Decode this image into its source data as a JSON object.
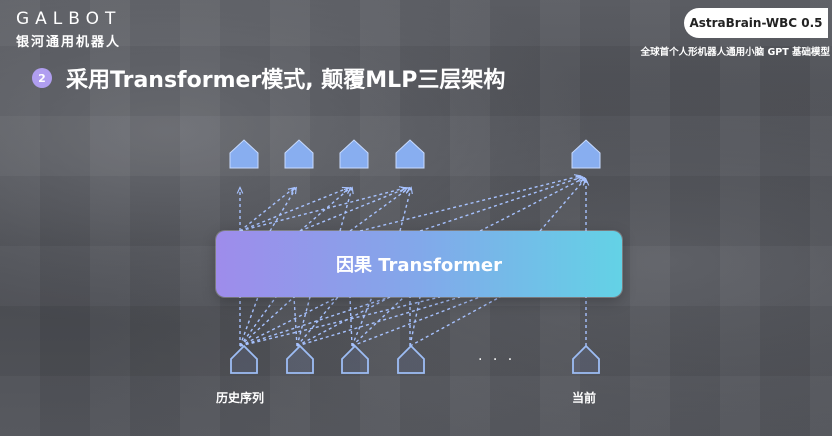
{
  "brand": {
    "logo_text": "GALBOT",
    "logo_subtitle": "银河通用机器人"
  },
  "badge": {
    "label": "AstraBrain-WBC 0.5"
  },
  "tagline": "全球首个人形机器人通用小脑 GPT 基础模型",
  "slide": {
    "number": "2",
    "title": "采用Transformer模式, 颠覆MLP三层架构"
  },
  "diagram": {
    "block_label": "因果 Transformer",
    "input_label_left": "历史序列",
    "input_label_right": "当前",
    "ellipsis": "· · ·",
    "colors": {
      "node_fill": "#88aef0",
      "node_outline": "#9dbdf5",
      "arrow": "#a7c2ff",
      "gradient_start": "#9e8ceb",
      "gradient_end": "#63d2e6"
    }
  }
}
